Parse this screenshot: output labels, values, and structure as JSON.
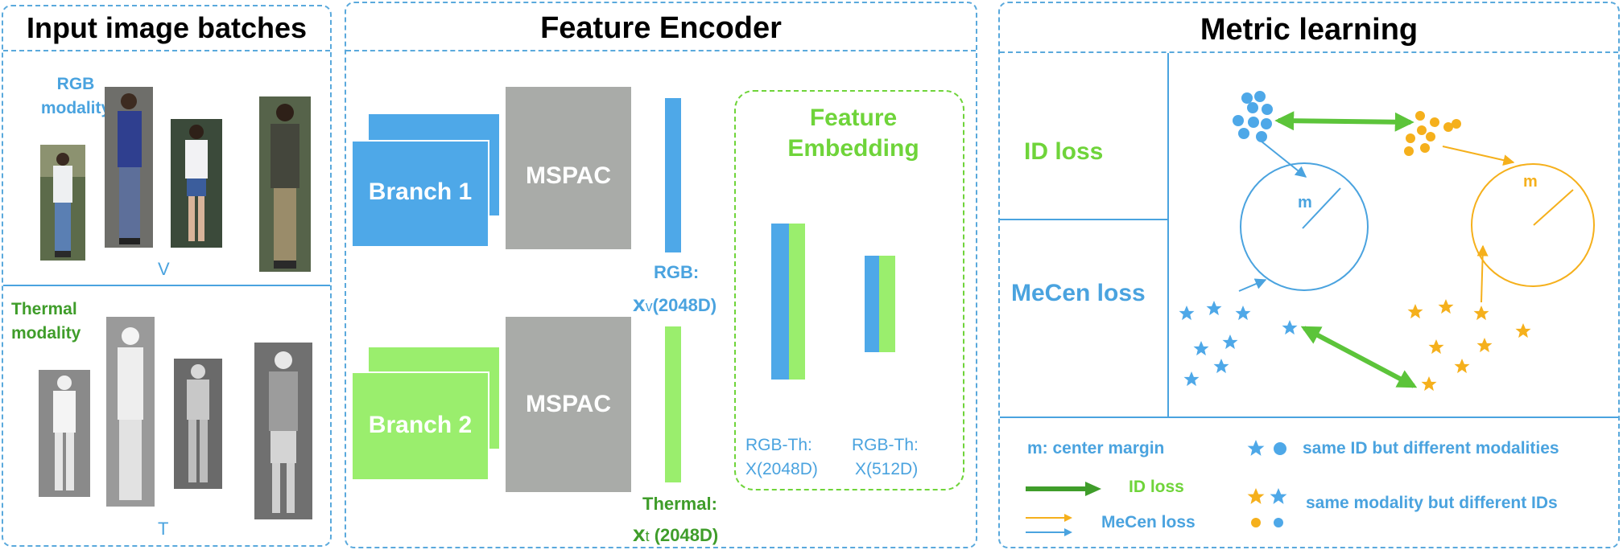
{
  "panels": {
    "input": {
      "title": "Input image batches",
      "rgb_label": "RGB modality",
      "rgb_letter": "V",
      "thermal_label": "Thermal modality",
      "thermal_letter": "T"
    },
    "encoder": {
      "title": "Feature Encoder",
      "branch1": "Branch 1",
      "branch2": "Branch 2",
      "mspac1": "MSPAC",
      "mspac2": "MSPAC",
      "rgb_feat_line1": "RGB:",
      "rgb_feat_line2_sym": "x",
      "rgb_feat_line2_sub": "v",
      "rgb_feat_line2_dim": "(2048D)",
      "thermal_feat_line1": "Thermal:",
      "thermal_feat_line2_sym": "x",
      "thermal_feat_line2_sub": "t",
      "thermal_feat_line2_dim": " (2048D)",
      "embedding_title": "Feature Embedding",
      "emb1_line1": "RGB-Th:",
      "emb1_line2": "X(2048D)",
      "emb2_line1": "RGB-Th:",
      "emb2_line2": "X(512D)"
    },
    "metric": {
      "title": "Metric learning",
      "id_loss": "ID loss",
      "mecen_loss": "MeCen loss",
      "margin_symbol_1": "m",
      "margin_symbol_2": "m",
      "legend": {
        "center_margin": "m: center margin",
        "id_loss": "ID loss",
        "mecen_loss": "MeCen loss",
        "same_id": "same ID but different modalities",
        "same_modality": "same modality but different IDs"
      }
    }
  },
  "colors": {
    "rgb_blue": "#4ea8e8",
    "thermal_green": "#9aee6d",
    "id_loss_green": "#5cc43a",
    "orange": "#f5b01c",
    "mspac_gray": "#a9aba8",
    "border_blue": "#5aa9dc"
  },
  "icons": [
    "star-icon",
    "circle-dot-icon",
    "arrow-icon",
    "double-arrow-icon"
  ]
}
